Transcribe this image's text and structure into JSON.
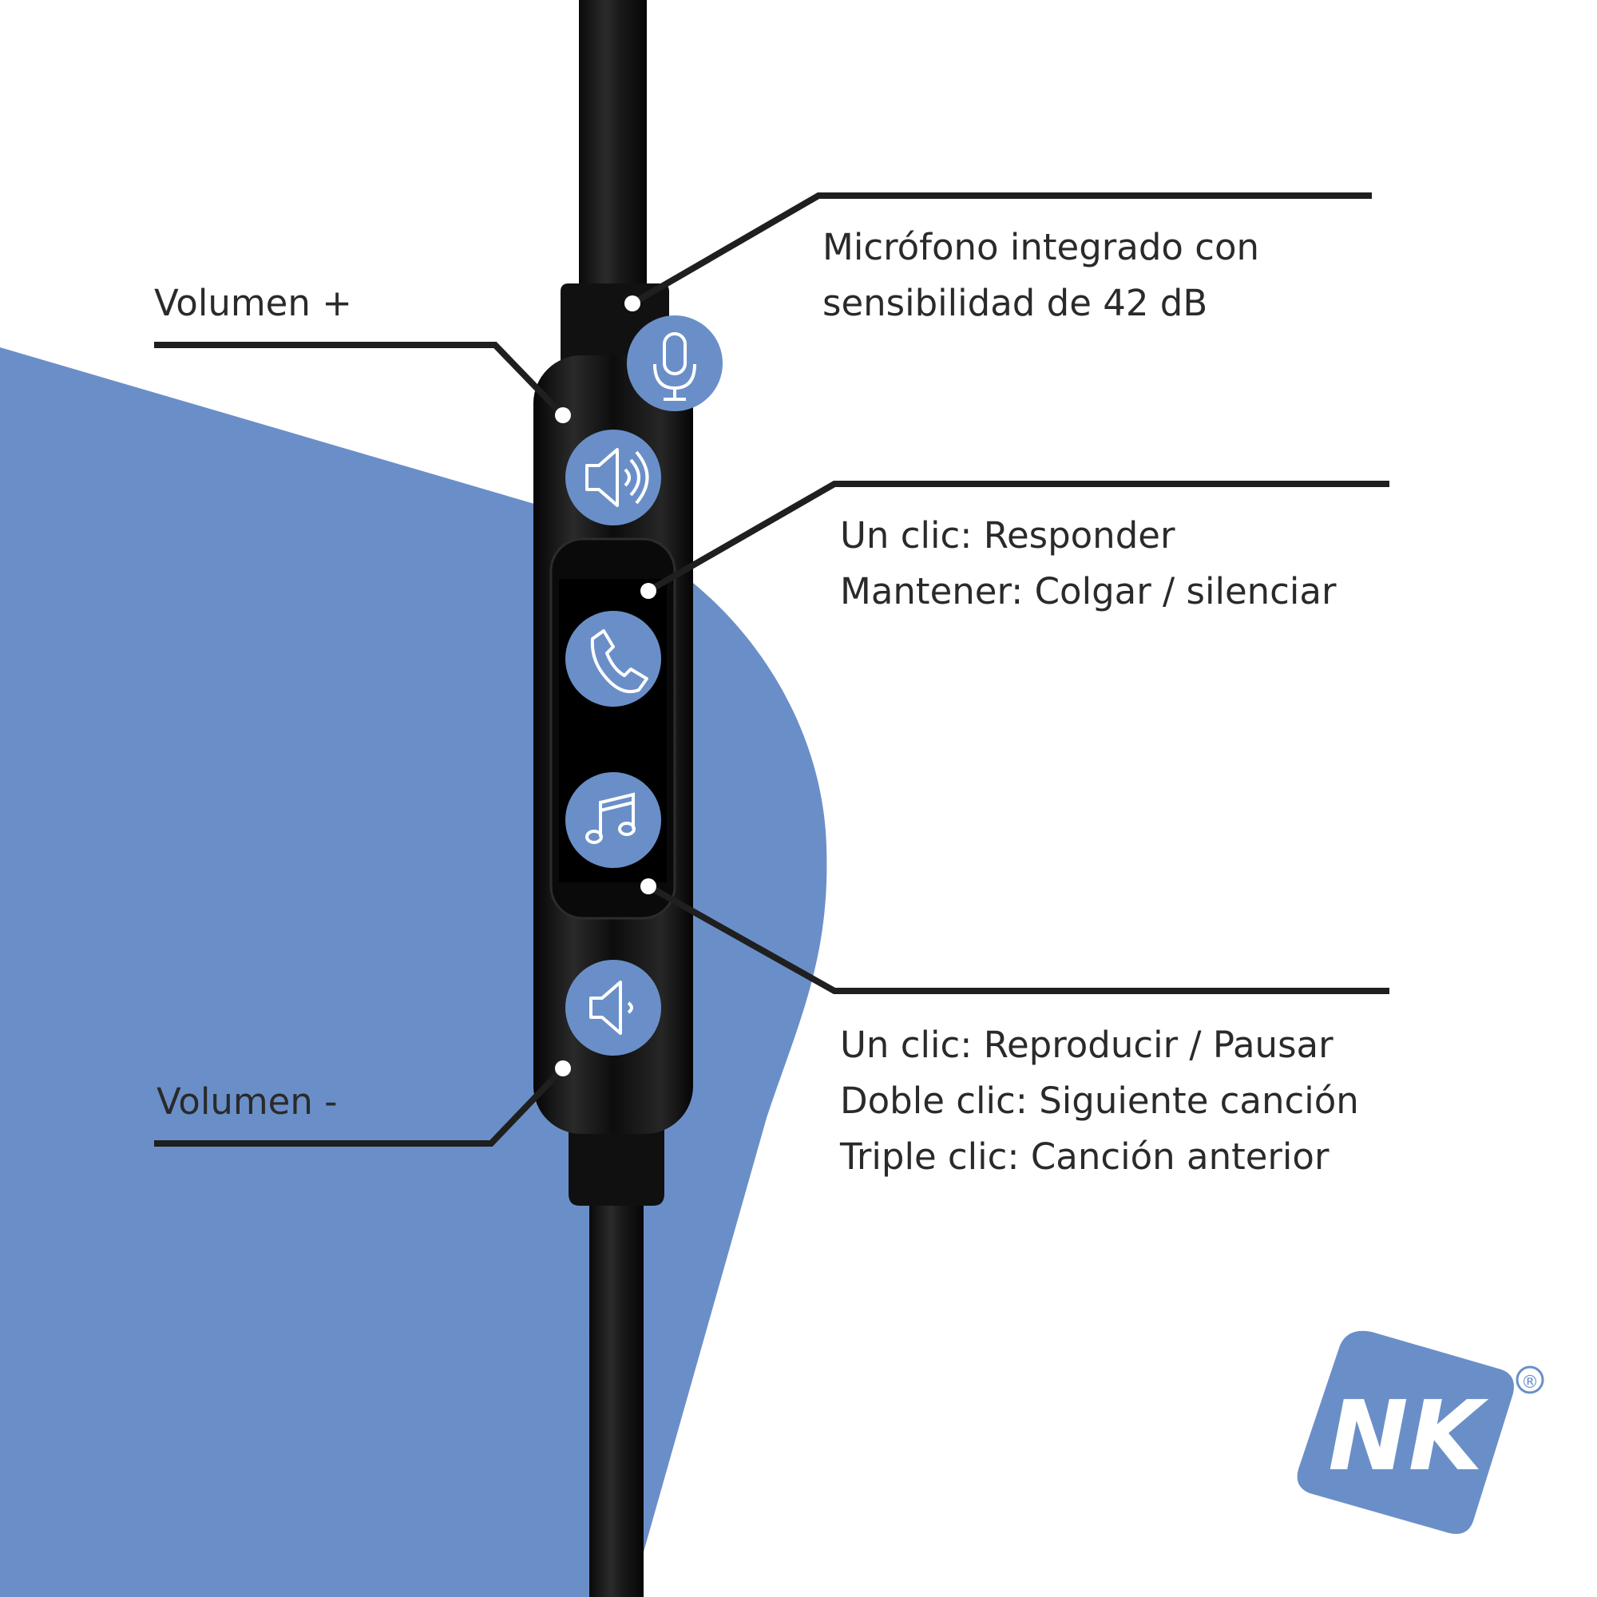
{
  "colors": {
    "accent": "#6a8fc8",
    "cable": "#151515",
    "text": "#2a2a2a",
    "background": "#ffffff"
  },
  "annotations": {
    "volume_up": "Volumen +",
    "volume_down": "Volumen -",
    "microphone": {
      "line1": "Micrófono integrado con",
      "line2": "sensibilidad de 42 dB"
    },
    "call_button": {
      "line1": "Un clic: Responder",
      "line2": "Mantener: Colgar / silenciar"
    },
    "media_button": {
      "line1": "Un clic: Reproducir / Pausar",
      "line2": "Doble clic: Siguiente canción",
      "line3": "Triple clic: Canción anterior"
    }
  },
  "icons": [
    "microphone-icon",
    "volume-up-icon",
    "phone-icon",
    "music-note-icon",
    "volume-down-icon"
  ],
  "logo": {
    "text": "NK",
    "registered": "®"
  }
}
